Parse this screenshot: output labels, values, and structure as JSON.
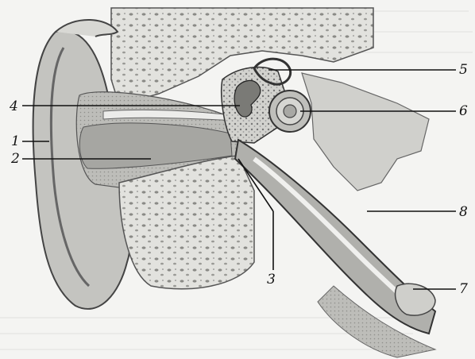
{
  "figure": {
    "labels": {
      "l1": "1",
      "l2": "2",
      "l3": "3",
      "l4": "4",
      "l5": "5",
      "l6": "6",
      "l7": "7",
      "l8": "8"
    },
    "palette": {
      "ink": "#111111",
      "paper": "#f4f4f2",
      "tissue": "#c9c9c6",
      "dark_tissue": "#8d8d8a",
      "bone": "#dcdcd8",
      "canal": "#a9a9a5"
    }
  }
}
